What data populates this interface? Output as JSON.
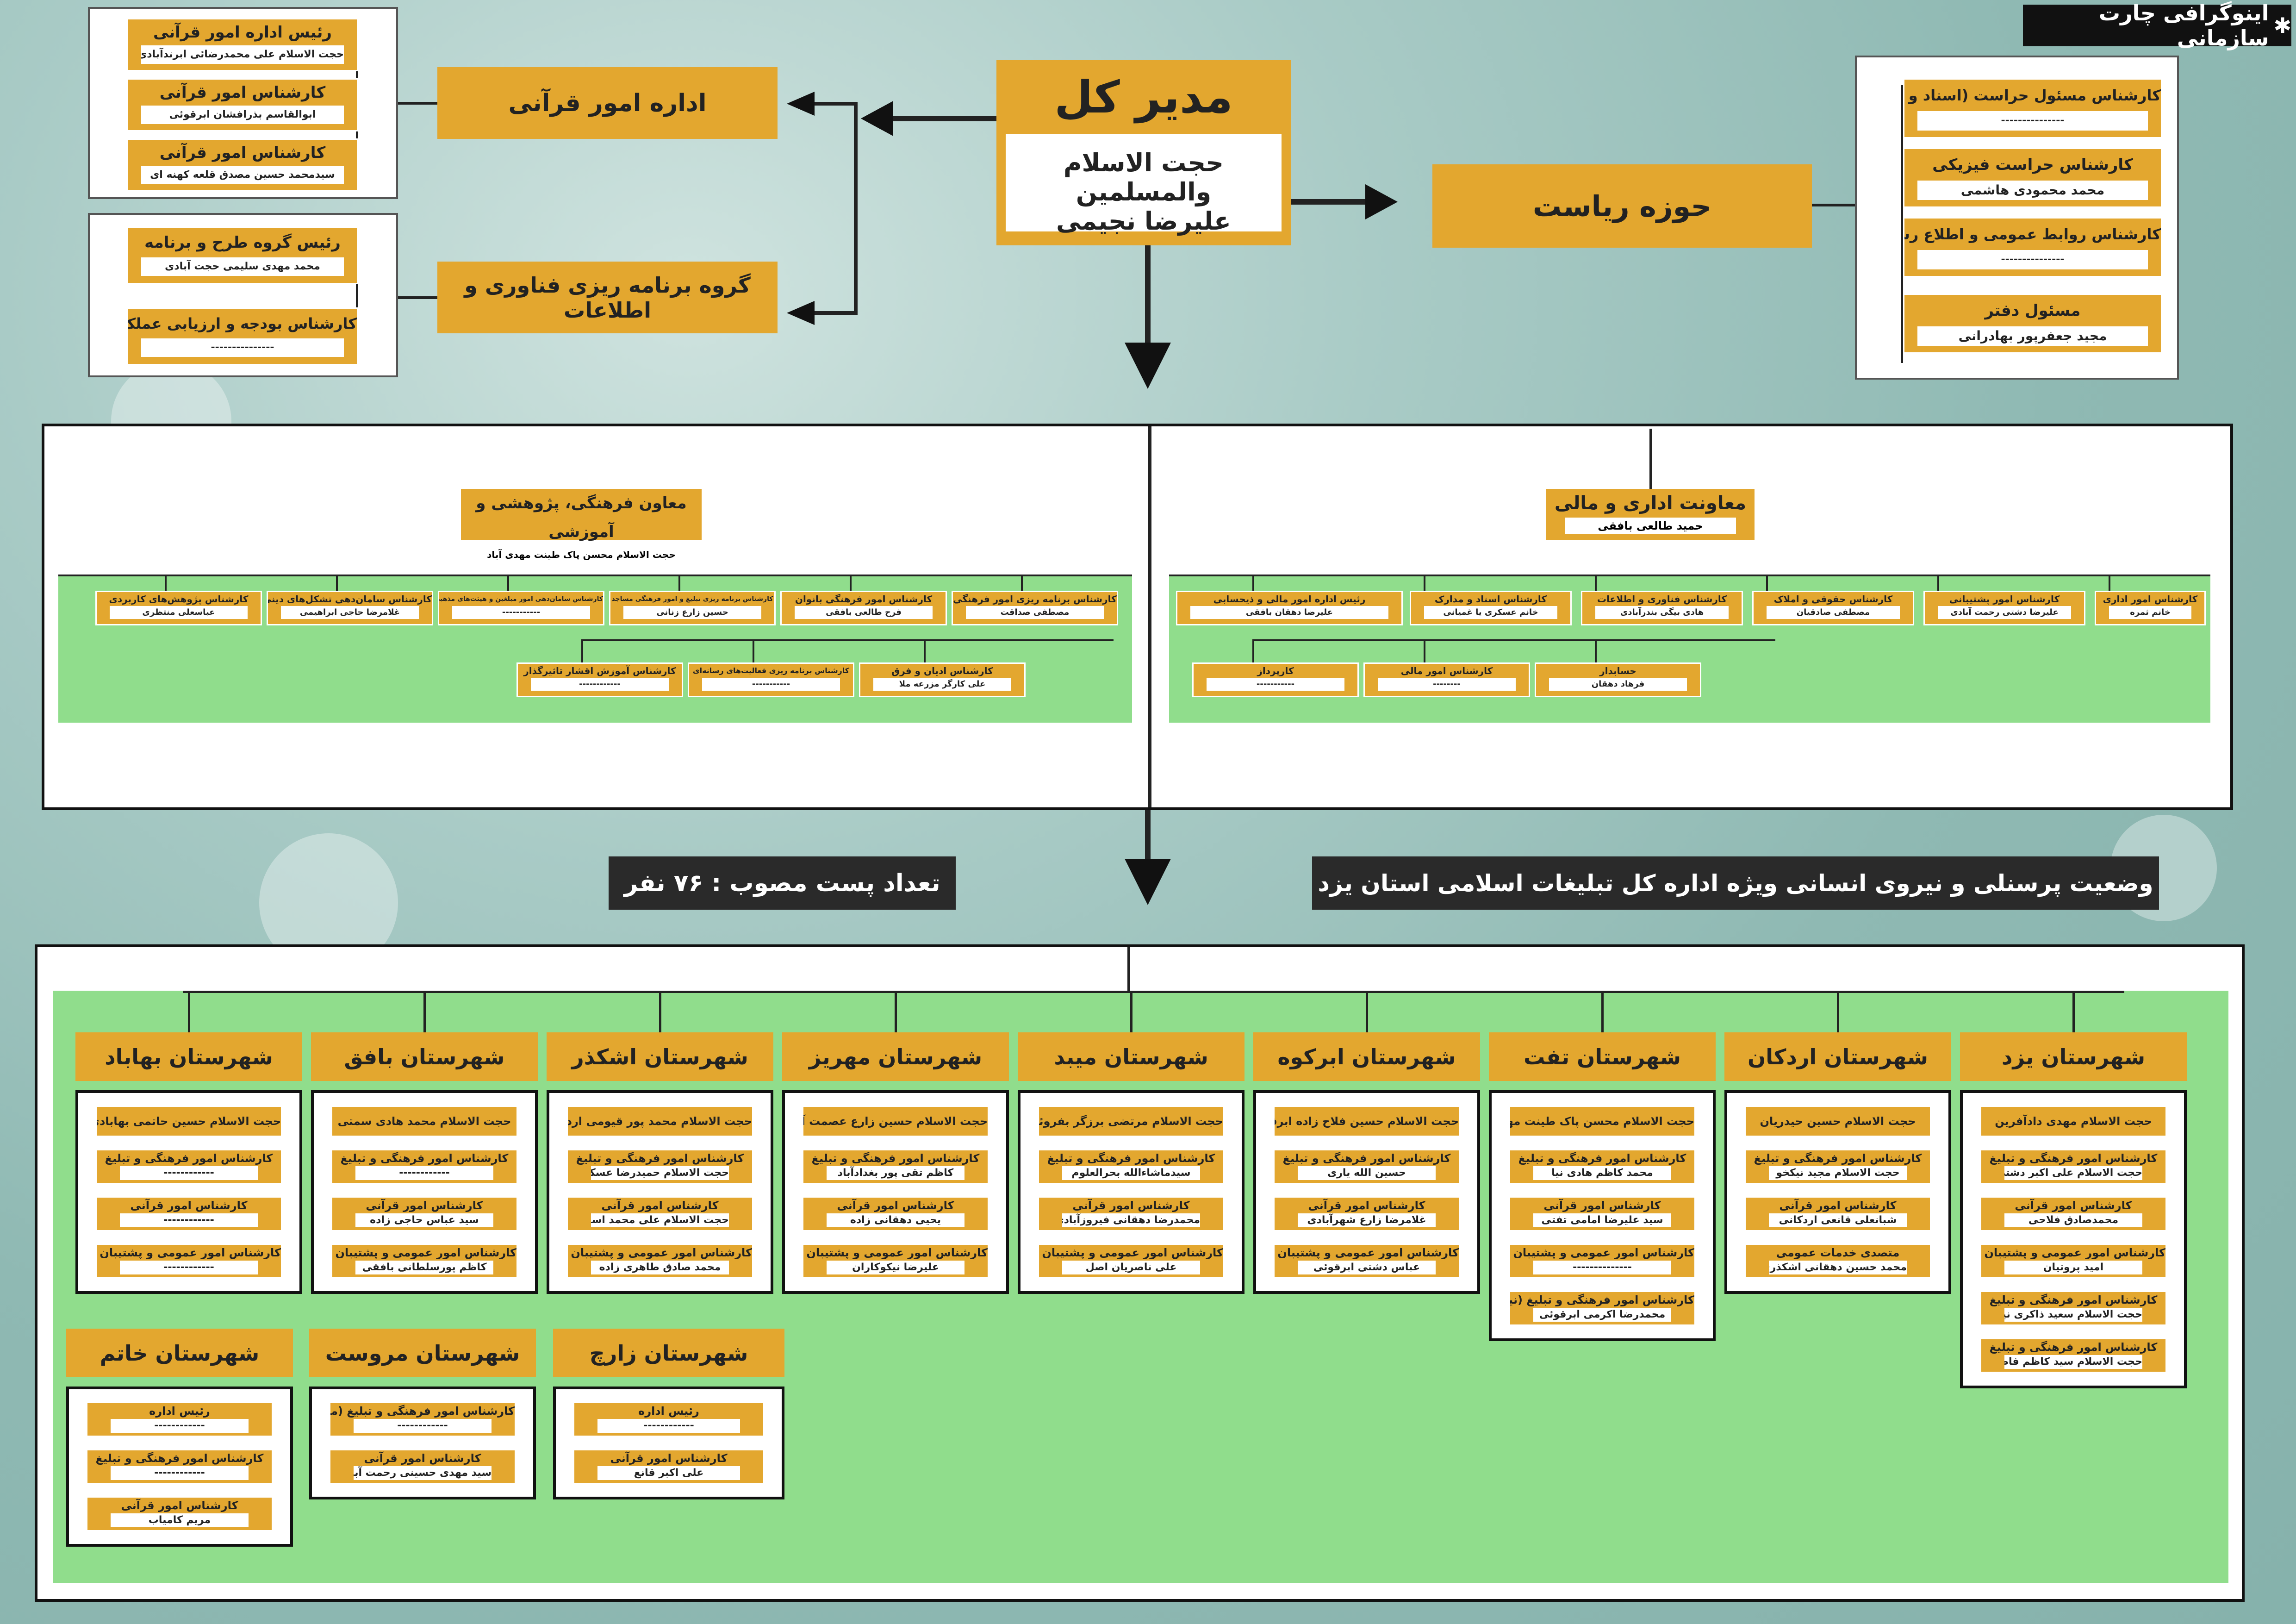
{
  "corner_title": "اینوگرافی چارت سازمانی",
  "director": {
    "title": "مدیر کل",
    "name_line1": "حجت الاسلام والمسلمین",
    "name_line2": "علیرضا نجیمی"
  },
  "quran_office": {
    "title": "اداره امور قرآنی",
    "members": [
      {
        "role": "رئیس اداره امور قرآنی",
        "name": "حجت الاسلام علی محمدرضائی ابرندآبادی"
      },
      {
        "role": "کارشناس امور قرآنی",
        "name": "ابوالقاسم بذرافشان ابرقوئی"
      },
      {
        "role": "کارشناس امور قرآنی",
        "name": "سیدمحمد حسین مصدق قلعه کهنه ای"
      }
    ]
  },
  "planning_group": {
    "title": "گروه برنامه ریزی فناوری و اطلاعات",
    "members": [
      {
        "role": "رئیس گروه طرح و برنامه",
        "name": "محمد مهدی سلیمی حجت آبادی"
      },
      {
        "role": "کارشناس بودجه و ارزیابی عملکرد",
        "name": "---------------"
      }
    ]
  },
  "presidency": {
    "title": "حوزه ریاست",
    "members": [
      {
        "role": "کارشناس مسئول حراست (اسناد و IT)",
        "name": "---------------"
      },
      {
        "role": "کارشناس حراست فیزیکی",
        "name": "محمد محمودی هاشمی"
      },
      {
        "role": "کارشناس روابط عمومی و اطلاع رسانی",
        "name": "---------------"
      },
      {
        "role": "مسئول دفتر",
        "name": "مجید جعفرپور بهادرانی"
      }
    ]
  },
  "admin_deputy": {
    "title": "معاونت اداری و مالی",
    "name": "حمید طالعی بافقی",
    "row1": [
      {
        "role": "کارشناس امور اداری",
        "name": "خانم ثمره"
      },
      {
        "role": "کارشناس امور پشتیبانی",
        "name": "علیرضا دشتی رحمت آبادی"
      },
      {
        "role": "کارشناس حقوقی و املاک",
        "name": "مصطفی صادقیان"
      },
      {
        "role": "کارشناس فناوری و اطلاعات",
        "name": "هادی بیگی بندرآبادی"
      },
      {
        "role": "کارشناس اسناد و مدارک",
        "name": "خانم عسکری یا غمیانی"
      },
      {
        "role": "رئیس اداره امور مالی و ذیحسابی",
        "name": "علیرضا دهقان بافقی"
      }
    ],
    "row2": [
      {
        "role": "حسابدار",
        "name": "فرهاد دهقان"
      },
      {
        "role": "کارشناس امور مالی",
        "name": "--------"
      },
      {
        "role": "کارپرداز",
        "name": "-----------"
      }
    ]
  },
  "culture_deputy": {
    "title": "معاون فرهنگی، پژوهشی و آموزشی",
    "name": "حجت الاسلام محسن پاک طینت مهدی آباد",
    "row1": [
      {
        "role": "کارشناس برنامه ریزی امور فرهنگی",
        "name": "مصطفی صداقت"
      },
      {
        "role": "کارشناس امور فرهنگی بانوان",
        "name": "فرح طالعی بافقی"
      },
      {
        "role": "کارشناس برنامه ریزی تبلیغ و امور فرهنگی مساجد",
        "name": "حسین زارع زنانی"
      },
      {
        "role": "کارشناس سامان‌دهی امور مبلغین و هیئت‌های مذهبی",
        "name": "-----------"
      },
      {
        "role": "کارشناس سامان‌دهی تشکل‌های دینی",
        "name": "غلامرضا حاجی ابراهیمی"
      },
      {
        "role": "کارشناس پژوهش‌های کاربردی",
        "name": "عباسعلی منتظری"
      }
    ],
    "row2": [
      {
        "role": "کارشناس ادیان و فرق",
        "name": "علی کارگر مزرعه ملا"
      },
      {
        "role": "کارشناس برنامه ریزی فعالیت‌های رسانه‌ای",
        "name": "-----------"
      },
      {
        "role": "کارشناس آموزش اقشار تاثیرگذار",
        "name": "------------"
      }
    ]
  },
  "banner_left": "تعداد پست مصوب : ۷۶ نفر",
  "banner_right": "وضعیت پرسنلی و نیروی انسانی ویژه اداره کل تبلیغات اسلامی استان یزد",
  "cities_row1": [
    {
      "name": "شهرستان یزد",
      "items": [
        {
          "role": "حجت الاسلام مهدی دادآفرین"
        },
        {
          "role": "کارشناس امور فرهنگی و تبلیغ",
          "name": "حجت الاسلام علی اکبر دشتی"
        },
        {
          "role": "کارشناس امور قرآنی",
          "name": "محمدصادق فلاحی"
        },
        {
          "role": "کارشناس امور عمومی و پشتیبان فرهنگی",
          "name": "امید پروتیان"
        },
        {
          "role": "کارشناس امور فرهنگی و تبلیغ",
          "name": "حجت الاسلام سعید ذاکری نیا"
        },
        {
          "role": "کارشناس امور فرهنگی و تبلیغ",
          "name": "حجت الاسلام سید کاظم فاطمی (سبب)"
        }
      ]
    },
    {
      "name": "شهرستان اردکان",
      "items": [
        {
          "role": "حجت الاسلام حسین حیدریان"
        },
        {
          "role": "کارشناس امور فرهنگی و تبلیغ",
          "name": "حجت الاسلام مجید نیکخو"
        },
        {
          "role": "کارشناس امور قرآنی",
          "name": "شبانعلی قانعی اردکانی"
        },
        {
          "role": "متصدی خدمات عمومی",
          "name": "محمد حسین دهقانی اشکذری"
        }
      ]
    },
    {
      "name": "شهرستان تفت",
      "items": [
        {
          "role": "حجت الاسلام محسن پاک طینت مهدی آباد"
        },
        {
          "role": "کارشناس امور فرهنگی و تبلیغ",
          "name": "محمد کاظم هادی نیا"
        },
        {
          "role": "کارشناس امور قرآنی",
          "name": "سید علیرضا امامی تفتی"
        },
        {
          "role": "کارشناس امور عمومی و پشتیبان فرهنگی",
          "name": "--------------"
        },
        {
          "role": "کارشناس امور فرهنگی و تبلیغ (نیر)",
          "name": "محمدرضا اکرمی ابرقوئی"
        }
      ]
    },
    {
      "name": "شهرستان ابرکوه",
      "items": [
        {
          "role": "حجت الاسلام حسین فلاح زاده ابرقوئی"
        },
        {
          "role": "کارشناس امور فرهنگی و تبلیغ",
          "name": "حسین الله یاری"
        },
        {
          "role": "کارشناس امور قرآنی",
          "name": "غلامرضا زارع شهرآبادی"
        },
        {
          "role": "کارشناس امور عمومی و پشتیبان فرهنگی",
          "name": "عباس دشتی ابرقوئی"
        }
      ]
    },
    {
      "name": "شهرستان میبد",
      "items": [
        {
          "role": "حجت الاسلام مرتضی برزگر بفروئی"
        },
        {
          "role": "کارشناس امور فرهنگی و تبلیغ",
          "name": "سیدماشاءالله بحرالعلوم"
        },
        {
          "role": "کارشناس امور قرآنی",
          "name": "محمدرضا دهقانی فیروزآبادی"
        },
        {
          "role": "کارشناس امور عمومی و پشتیبان فرهنگی",
          "name": "علی ناصریان اصل"
        }
      ]
    },
    {
      "name": "شهرستان مهریز",
      "items": [
        {
          "role": "حجت الاسلام حسین زارع عصمت آباد"
        },
        {
          "role": "کارشناس امور فرهنگی و تبلیغ",
          "name": "کاظم تقی پور بغدادآباد"
        },
        {
          "role": "کارشناس امور قرآنی",
          "name": "یحیی دهقانی زاده"
        },
        {
          "role": "کارشناس امور عمومی و پشتیبان فرهنگی",
          "name": "علیرضا نیکوکاران"
        }
      ]
    },
    {
      "name": "شهرستان اشکذر",
      "items": [
        {
          "role": "حجت الاسلام محمد پور قیومی اردکانی"
        },
        {
          "role": "کارشناس امور فرهنگی و تبلیغ",
          "name": "حجت الاسلام حمیدرضا عسکری"
        },
        {
          "role": "کارشناس امور قرآنی",
          "name": "حجت الاسلام علی محمد اسماعیلی"
        },
        {
          "role": "کارشناس امور عمومی و پشتیبان فرهنگی",
          "name": "محمد صادق طاهری زاده"
        }
      ]
    },
    {
      "name": "شهرستان بافق",
      "items": [
        {
          "role": "حجت الاسلام محمد هادی سمتی"
        },
        {
          "role": "کارشناس امور فرهنگی و تبلیغ",
          "name": "------------"
        },
        {
          "role": "کارشناس امور قرآنی",
          "name": "سید عباس حاجی زاده"
        },
        {
          "role": "کارشناس امور عمومی و پشتیبان فرهنگی",
          "name": "کاظم پورسلطانی بافقی"
        }
      ]
    },
    {
      "name": "شهرستان بهاباد",
      "items": [
        {
          "role": "حجت الاسلام حسین حاتمی بهابادی"
        },
        {
          "role": "کارشناس امور فرهنگی و تبلیغ",
          "name": "------------"
        },
        {
          "role": "کارشناس امور قرآنی",
          "name": "------------"
        },
        {
          "role": "کارشناس امور عمومی و پشتیبان فرهنگی",
          "name": "------------"
        }
      ]
    }
  ],
  "cities_row2": [
    {
      "name": "شهرستان زارچ",
      "items": [
        {
          "role": "رئیس اداره",
          "name": "------------"
        },
        {
          "role": "کارشناس امور قرآنی",
          "name": "علی اکبر قانع"
        }
      ]
    },
    {
      "name": "شهرستان مروست",
      "items": [
        {
          "role": "کارشناس امور فرهنگی و تبلیغ (مسئول تبلیغات اسلامی)",
          "name": "------------"
        },
        {
          "role": "کارشناس امور قرآنی",
          "name": "سید مهدی حسینی رحمت آباد"
        }
      ]
    },
    {
      "name": "شهرستان خاتم",
      "items": [
        {
          "role": "رئیس اداره",
          "name": "------------"
        },
        {
          "role": "کارشناس امور فرهنگی و تبلیغ",
          "name": "------------"
        },
        {
          "role": "کارشناس امور قرآنی",
          "name": "مریم کامیاب"
        }
      ]
    }
  ]
}
